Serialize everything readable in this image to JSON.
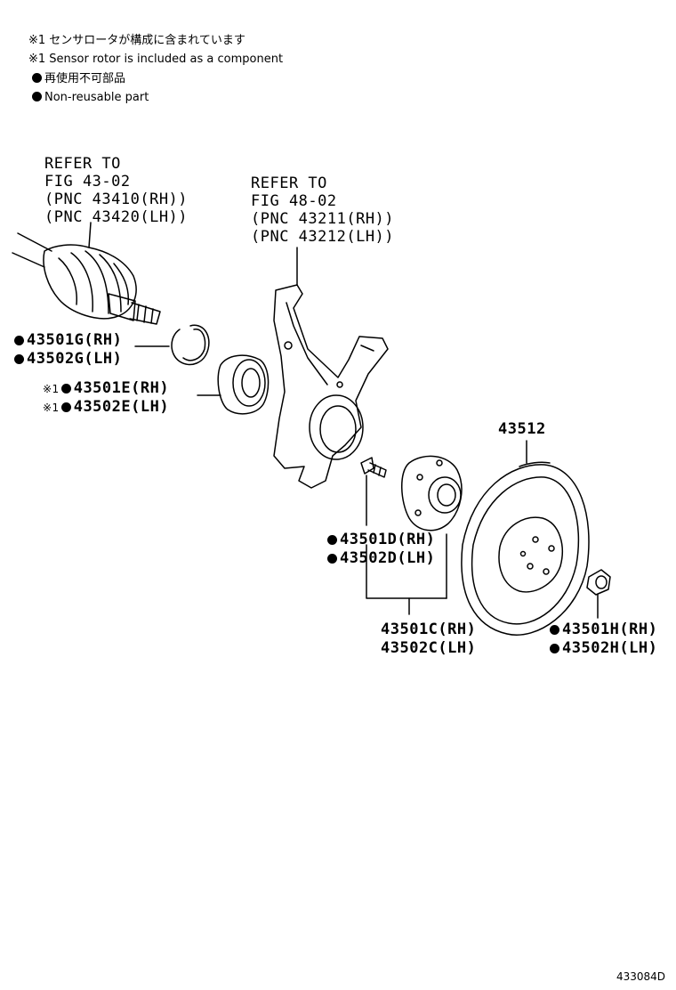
{
  "notes": {
    "jp1": "※1 センサロータが構成に含まれています",
    "en1": "※1 Sensor rotor is included as a component",
    "jp2": "再使用不可部品",
    "en2": "Non-reusable part"
  },
  "refs": {
    "axle": [
      "REFER TO",
      "FIG 43-02",
      "(PNC 43410(RH))",
      "(PNC 43420(LH))"
    ],
    "knuckle": [
      "REFER TO",
      "FIG 48-02",
      "(PNC 43211(RH))",
      "(PNC 43212(LH))"
    ]
  },
  "mark": "※1",
  "parts": {
    "g_rh": "43501G(RH)",
    "g_lh": "43502G(LH)",
    "e_rh": "43501E(RH)",
    "e_lh": "43502E(LH)",
    "rotor": "43512",
    "d_rh": "43501D(RH)",
    "d_lh": "43502D(LH)",
    "c_rh": "43501C(RH)",
    "c_lh": "43502C(LH)",
    "h_rh": "43501H(RH)",
    "h_lh": "43502H(LH)"
  },
  "illustration_code": "433084D"
}
